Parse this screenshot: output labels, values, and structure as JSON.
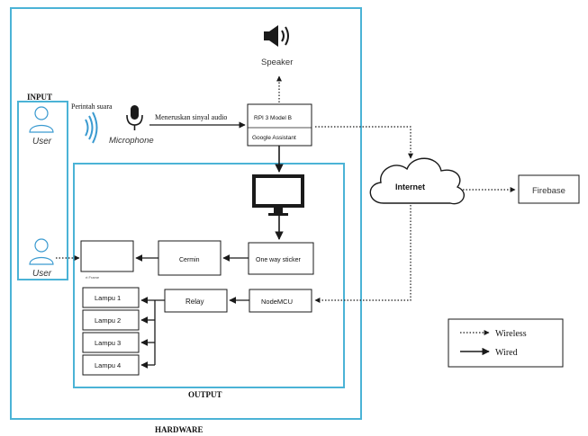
{
  "labels": {
    "input": "INPUT",
    "output": "OUTPUT",
    "hardware": "HARDWARE",
    "user_top": "User",
    "user_bottom": "User",
    "perintah_suara": "Perintah suara",
    "microphone": "Microphone",
    "meneruskan": "Meneruskan sinyal audio",
    "speaker": "Speaker",
    "rpi": "RPI 3 Model B",
    "google_assistant": "Google Assistant",
    "internet": "Internet",
    "firebase": "Firebase",
    "one_way_sticker": "One way sticker",
    "cermin": "Cermin",
    "frame_caption": "rt Frame",
    "nodemcu": "NodeMCU",
    "relay": "Relay",
    "lampu": [
      "Lampu 1",
      "Lampu 2",
      "Lampu 3",
      "Lampu 4"
    ]
  },
  "legend": {
    "wireless": "Wireless",
    "wired": "Wired"
  },
  "icons": {
    "user": "user-icon",
    "waves": "sound-waves-icon",
    "microphone": "microphone-icon",
    "speaker": "speaker-icon",
    "monitor": "monitor-icon",
    "cloud": "cloud-icon"
  },
  "colors": {
    "frame": "#4bb3d6",
    "line": "#1a1a1a",
    "icon_blue": "#3a9ad0"
  }
}
